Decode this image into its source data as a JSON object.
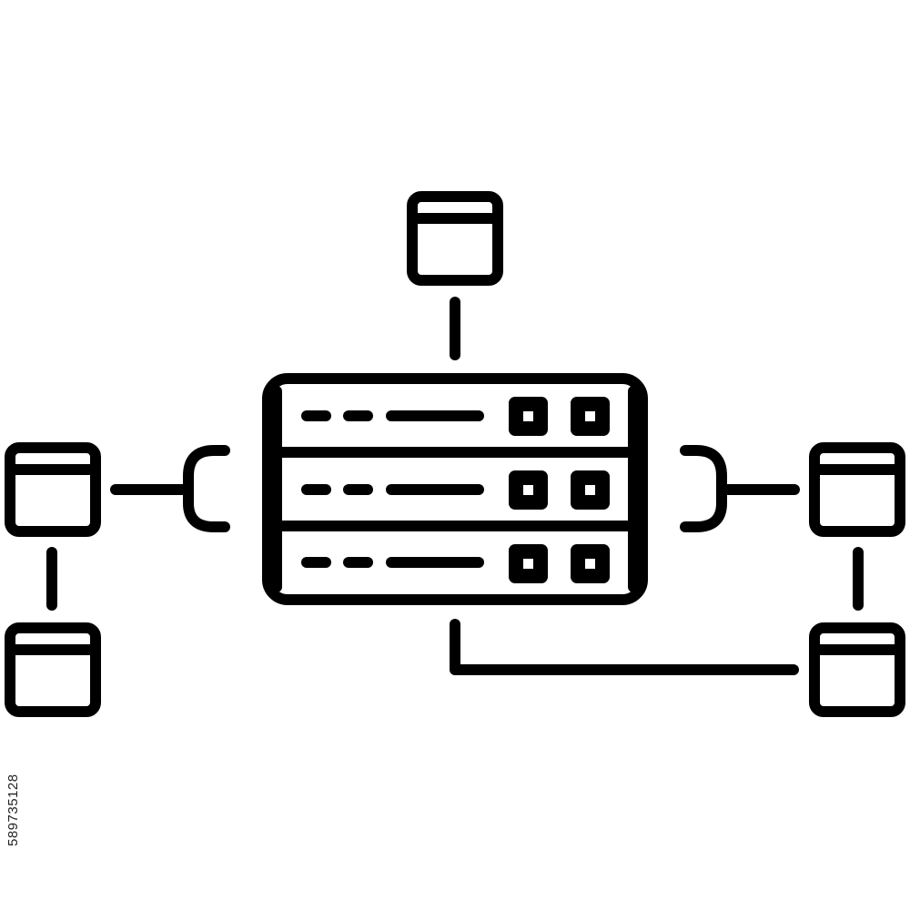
{
  "diagram": {
    "description_icon": "server-network-icon",
    "stroke_color": "#000000",
    "background_color": "#ffffff",
    "server": {
      "rack_units": 3,
      "ports_per_unit": 2
    },
    "clients": [
      {
        "name": "client-top"
      },
      {
        "name": "client-left-upper"
      },
      {
        "name": "client-left-lower"
      },
      {
        "name": "client-right-upper"
      },
      {
        "name": "client-right-lower"
      }
    ]
  },
  "watermark": {
    "id_text": "589735128"
  }
}
